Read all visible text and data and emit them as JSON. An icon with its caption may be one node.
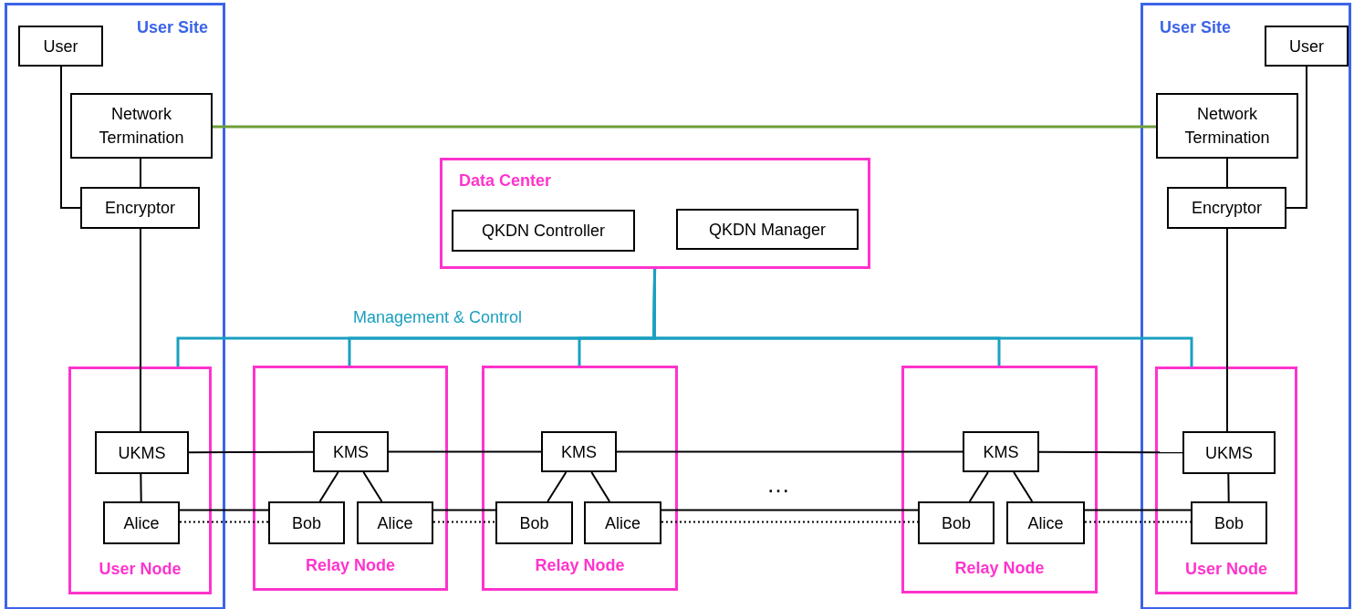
{
  "diagram": {
    "nodes": [
      {
        "text": [
          "User Site"
        ]
      },
      {
        "text": [
          "User"
        ],
        "in": 0
      },
      {
        "text": [
          "Network Termination"
        ],
        "in": 0
      },
      {
        "text": [
          "Encryptor"
        ],
        "in": 0
      },
      {
        "text": [
          "User Node"
        ],
        "in": 0
      },
      {
        "text": [
          "UKMS"
        ],
        "in": 4
      },
      {
        "text": [
          "Alice"
        ],
        "in": 4
      },
      {
        "text": [
          "User Site"
        ]
      },
      {
        "text": [
          "User"
        ],
        "in": 7
      },
      {
        "text": [
          "Network Termination"
        ],
        "in": 7
      },
      {
        "text": [
          "Encryptor"
        ],
        "in": 7
      },
      {
        "text": [
          "User Node"
        ],
        "in": 7
      },
      {
        "text": [
          "UKMS"
        ],
        "in": 11
      },
      {
        "text": [
          "Bob"
        ],
        "in": 11
      },
      {
        "text": [
          "Data Center"
        ]
      },
      {
        "text": [
          "QKDN Controller"
        ],
        "in": 14
      },
      {
        "text": [
          "QKDN Manager"
        ],
        "in": 14
      },
      {
        "text": [
          "Relay Node"
        ]
      },
      {
        "text": [
          "KMS"
        ],
        "in": 17
      },
      {
        "text": [
          "Bob"
        ],
        "in": 17
      },
      {
        "text": [
          "Alice"
        ],
        "in": 17
      },
      {
        "text": [
          "Relay Node"
        ]
      },
      {
        "text": [
          "KMS"
        ],
        "in": 21
      },
      {
        "text": [
          "Bob"
        ],
        "in": 21
      },
      {
        "text": [
          "Alice"
        ],
        "in": 21
      },
      {
        "text": [
          "Relay Node"
        ]
      },
      {
        "text": [
          "KMS"
        ],
        "in": 25
      },
      {
        "text": [
          "Bob"
        ],
        "in": 25
      },
      {
        "text": [
          "Alice"
        ],
        "in": 25
      }
    ],
    "edges": [
      {
        "from": 14,
        "to": 4,
        "arrow": "none",
        "label": "Management & Control",
        "color": "#1aa0c0"
      },
      {
        "from": 14,
        "to": 17,
        "arrow": "none",
        "color": "#1aa0c0"
      },
      {
        "from": 14,
        "to": 21,
        "arrow": "none",
        "color": "#1aa0c0"
      },
      {
        "from": 14,
        "to": 25,
        "arrow": "none",
        "color": "#1aa0c0"
      },
      {
        "from": 14,
        "to": 11,
        "arrow": "none",
        "color": "#1aa0c0"
      },
      {
        "from": 2,
        "to": 9,
        "arrow": "none",
        "color": "#6e9e3a"
      },
      {
        "from": 1,
        "to": 3,
        "arrow": "none"
      },
      {
        "from": 2,
        "to": 3,
        "arrow": "none"
      },
      {
        "from": 3,
        "to": 5,
        "arrow": "none"
      },
      {
        "from": 5,
        "to": 6,
        "arrow": "none"
      },
      {
        "from": 8,
        "to": 10,
        "arrow": "none"
      },
      {
        "from": 9,
        "to": 10,
        "arrow": "none"
      },
      {
        "from": 10,
        "to": 12,
        "arrow": "none"
      },
      {
        "from": 12,
        "to": 13,
        "arrow": "none"
      },
      {
        "from": 5,
        "to": 18,
        "arrow": "none"
      },
      {
        "from": 18,
        "to": 22,
        "arrow": "none"
      },
      {
        "from": 22,
        "to": 26,
        "arrow": "none"
      },
      {
        "from": 26,
        "to": 12,
        "arrow": "none"
      },
      {
        "from": 18,
        "to": 19,
        "arrow": "none"
      },
      {
        "from": 18,
        "to": 20,
        "arrow": "none"
      },
      {
        "from": 22,
        "to": 23,
        "arrow": "none"
      },
      {
        "from": 22,
        "to": 24,
        "arrow": "none"
      },
      {
        "from": 26,
        "to": 27,
        "arrow": "none"
      },
      {
        "from": 26,
        "to": 28,
        "arrow": "none"
      },
      {
        "from": 6,
        "to": 19,
        "arrow": "none"
      },
      {
        "from": 6,
        "to": 19,
        "arrow": "none",
        "style": "dashed"
      },
      {
        "from": 20,
        "to": 23,
        "arrow": "none"
      },
      {
        "from": 20,
        "to": 23,
        "arrow": "none",
        "style": "dashed"
      },
      {
        "from": 24,
        "to": 27,
        "arrow": "none"
      },
      {
        "from": 24,
        "to": 27,
        "arrow": "none",
        "style": "dashed"
      },
      {
        "from": 28,
        "to": 13,
        "arrow": "none"
      },
      {
        "from": 28,
        "to": 13,
        "arrow": "none",
        "style": "dashed"
      }
    ],
    "labels": [
      "…"
    ]
  }
}
